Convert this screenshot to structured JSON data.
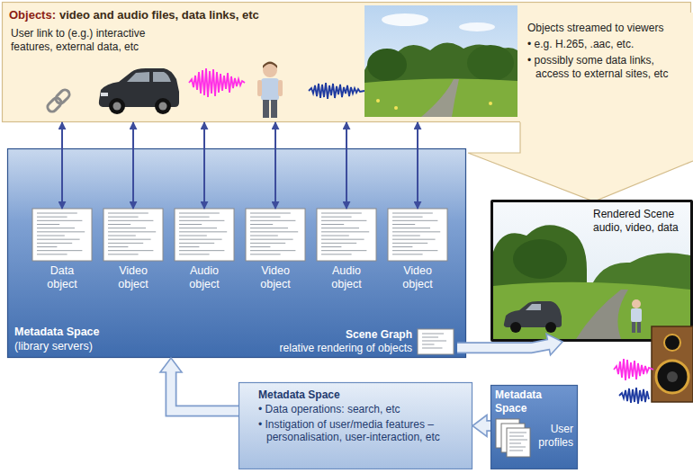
{
  "diagram": {
    "nodes": [
      {
        "text": [
          "Objects:",
          "video and audio files, data links, etc",
          "User link to (e.g.) interactive features, external data, etc"
        ]
      },
      {
        "text": [
          "Objects streamed to viewers",
          "• e.g. H.265, .aac, etc.",
          "• possibly some data links, access to external sites, etc"
        ]
      },
      {
        "text": [
          "Metadata Space",
          "(library servers)"
        ]
      },
      {
        "text": [
          "Data object"
        ],
        "in": 2
      },
      {
        "text": [
          "Video object"
        ],
        "in": 2
      },
      {
        "text": [
          "Audio object"
        ],
        "in": 2
      },
      {
        "text": [
          "Video object"
        ],
        "in": 2
      },
      {
        "text": [
          "Audio object"
        ],
        "in": 2
      },
      {
        "text": [
          "Video object"
        ],
        "in": 2
      },
      {
        "text": [
          "Scene Graph",
          "relative rendering of objects"
        ],
        "in": 2
      },
      {
        "text": [
          "Rendered Scene",
          "audio, video, data"
        ]
      },
      {
        "text": [
          "Metadata Space",
          "• Data operations: search, etc",
          "• Instigation of user/media features – personalisation, user-interaction, etc"
        ]
      },
      {
        "text": [
          "Metadata Space",
          "User profiles"
        ]
      }
    ],
    "edges": [
      {
        "from": 0,
        "to": 3,
        "arrow": "both"
      },
      {
        "from": 0,
        "to": 4,
        "arrow": "both"
      },
      {
        "from": 0,
        "to": 5,
        "arrow": "both"
      },
      {
        "from": 0,
        "to": 6,
        "arrow": "both"
      },
      {
        "from": 0,
        "to": 7,
        "arrow": "both"
      },
      {
        "from": 0,
        "to": 8,
        "arrow": "both"
      },
      {
        "from": 9,
        "to": 10,
        "arrow": "to"
      },
      {
        "from": 12,
        "to": 11,
        "arrow": "to"
      },
      {
        "from": 11,
        "to": 2,
        "arrow": "to"
      }
    ]
  }
}
